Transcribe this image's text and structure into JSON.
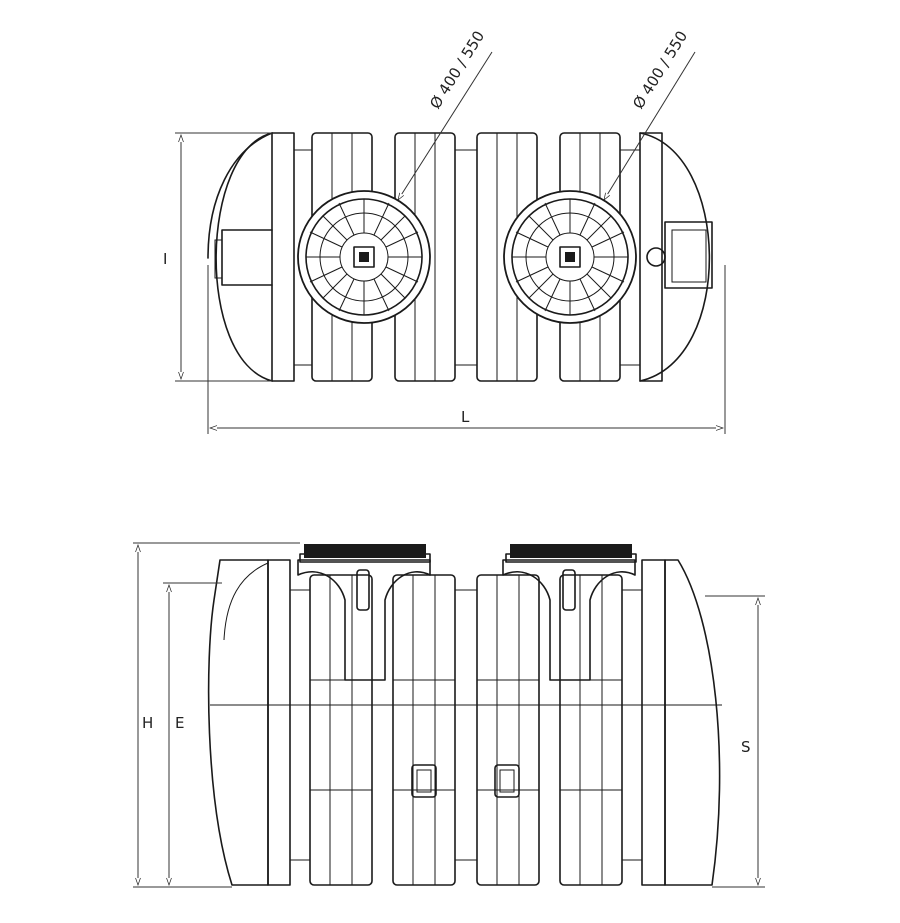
{
  "top_view": {
    "dimensions": {
      "width_label": "I",
      "length_label": "L"
    },
    "openings": [
      {
        "diameter_label": "Ø 400 / 550"
      },
      {
        "diameter_label": "Ø 400 / 550"
      }
    ]
  },
  "side_view": {
    "dimensions": {
      "height_label": "H",
      "inlet_label": "E",
      "outlet_label": "S"
    }
  }
}
